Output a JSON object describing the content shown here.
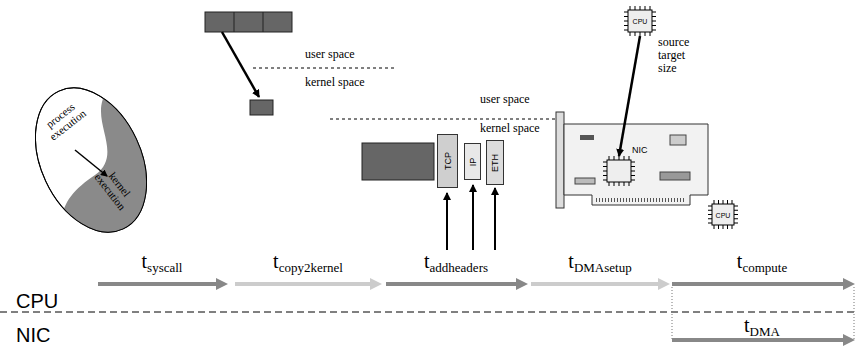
{
  "diagram": {
    "nodes": [
      {
        "text": [
          "process execution",
          "kernel execution"
        ]
      },
      {
        "text": [
          "TCP"
        ]
      },
      {
        "text": [
          "IP"
        ]
      },
      {
        "text": [
          "ETH"
        ]
      },
      {
        "text": [
          "CPU"
        ]
      },
      {
        "text": [
          "NIC"
        ]
      },
      {
        "text": [
          "CPU"
        ]
      }
    ],
    "edges": [
      {
        "from": 4,
        "to": 5,
        "arrow": "to"
      }
    ],
    "labels": [
      "user space",
      "kernel space",
      "user space",
      "kernel space",
      "t",
      "syscall",
      "t",
      "copy2kernel",
      "t",
      "addheaders",
      "t",
      "DMAsetup",
      "t",
      "compute",
      "t",
      "DMA",
      "source target size",
      "CPU",
      "NIC"
    ]
  }
}
